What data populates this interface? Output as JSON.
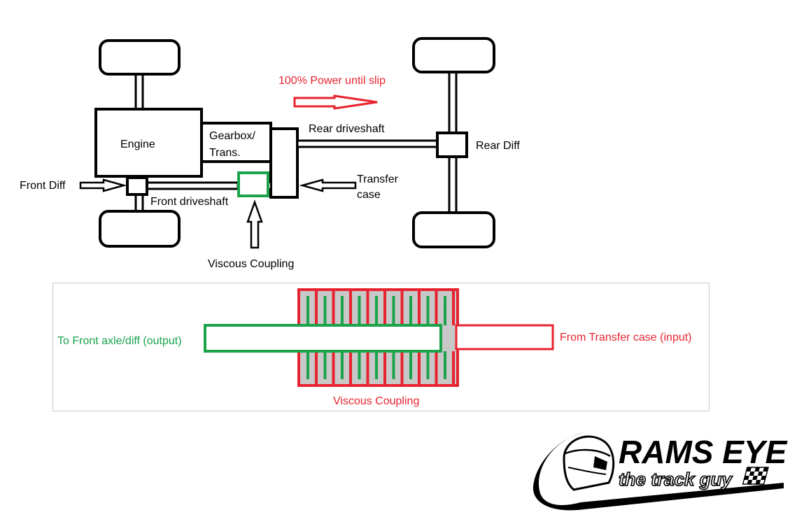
{
  "drivetrain": {
    "engine": "Engine",
    "gearbox_line1": "Gearbox/",
    "gearbox_line2": "Trans.",
    "rear_driveshaft": "Rear driveshaft",
    "rear_diff": "Rear Diff",
    "front_diff": "Front Diff",
    "front_driveshaft": "Front driveshaft",
    "transfer_line1": "Transfer",
    "transfer_line2": "case",
    "viscous_coupling": "Viscous Coupling",
    "power_note": "100% Power until slip"
  },
  "detail": {
    "output_label": "To Front axle/diff (output)",
    "input_label": "From Transfer case (input)",
    "caption": "Viscous Coupling"
  },
  "logo": {
    "title": "RAMS EYE",
    "tagline": "the track guy"
  },
  "colors": {
    "red": "#e8232f",
    "green": "#1aa34a",
    "housing_fill": "#c8c8c8"
  }
}
